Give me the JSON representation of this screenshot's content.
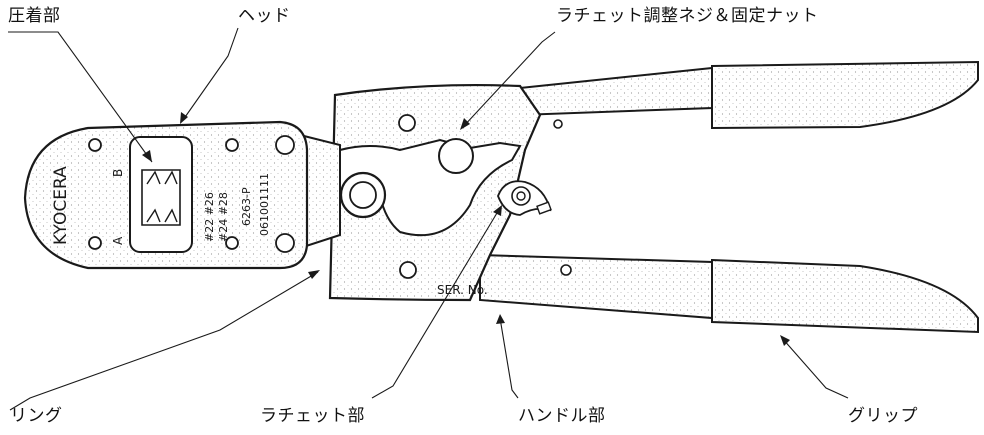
{
  "labels": {
    "crimp_section": "圧着部",
    "head": "ヘッド",
    "ratchet_adjust": "ラチェット調整ネジ＆固定ナット",
    "ring": "リング",
    "ratchet_section": "ラチェット部",
    "handle_section": "ハンドル部",
    "grip": "グリップ"
  },
  "tool_markings": {
    "brand": "KYOCERA",
    "die_a": "A",
    "die_b": "B",
    "wire_size_1": "#22  #26",
    "wire_size_2": "#24  #28",
    "model": "6263-P",
    "serial_code": "061001111",
    "serial_label": "SER.  No."
  },
  "colors": {
    "line": "#1a1a1a",
    "stipple": "#9a9a9a",
    "background": "#ffffff"
  }
}
